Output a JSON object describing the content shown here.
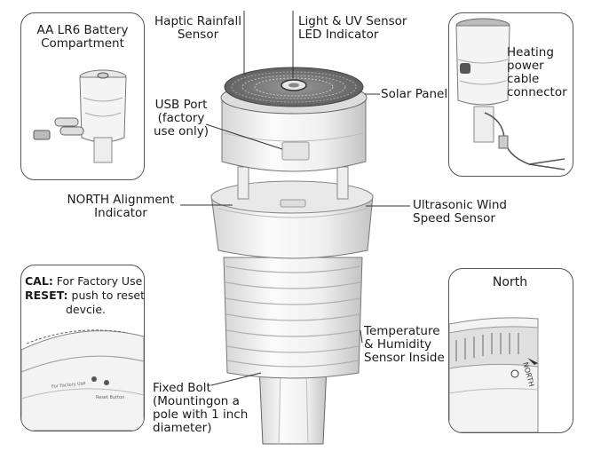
{
  "labels": {
    "battery": [
      "AA LR6 Battery",
      "Compartment"
    ],
    "rainfall": [
      "Haptic Rainfall",
      "Sensor"
    ],
    "light": [
      "Light & UV Sensor",
      "LED Indicator"
    ],
    "heating": [
      "Heating",
      "power",
      "cable",
      "connector"
    ],
    "usb": [
      "USB Port",
      "(factory",
      "use only)"
    ],
    "solar": "Solar Panel",
    "north_align": [
      "NORTH Alignment",
      "Indicator"
    ],
    "ultrasonic": [
      "Ultrasonic Wind",
      "Speed Sensor"
    ],
    "cal_key": "CAL:",
    "cal_text": "For Factory Use",
    "reset_key": "RESET:",
    "reset_text": "push to reset",
    "reset_text2": "devcie.",
    "north": "North",
    "temperature": [
      "Temperature",
      "& Humidity",
      "Sensor Inside"
    ],
    "bolt": [
      "Fixed Bolt",
      "(Mountingon a",
      "pole with 1 inch",
      "diameter)"
    ]
  },
  "inset_text": {
    "factory_use": "For Factory Use",
    "reset_button": "Reset Button",
    "north_mark": "NORTH"
  },
  "colors": {
    "outline": "#555555",
    "body": "#f2f2f2",
    "shade": "#c9c9c9",
    "line": "#333333"
  }
}
